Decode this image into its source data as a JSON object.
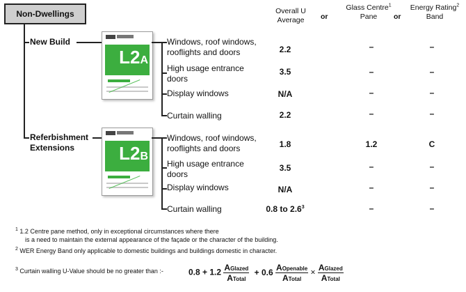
{
  "root": {
    "label": "Non-Dwellings"
  },
  "headers": {
    "col1": "Overall U Average",
    "or1": "or",
    "col2": "Glass Centre",
    "col2_sup": "1",
    "col2_line2": "Pane",
    "or2": "or",
    "col3": "Energy Rating",
    "col3_sup": "2",
    "col3_line2": "Band"
  },
  "branches": [
    {
      "label": "New Build",
      "doc": {
        "code": "L2",
        "suffix": "A"
      },
      "rows": [
        {
          "label": "Windows, roof windows, rooflights and doors",
          "u": "2.2",
          "glass": "–",
          "band": "–"
        },
        {
          "label": "High usage entrance doors",
          "u": "3.5",
          "glass": "–",
          "band": "–"
        },
        {
          "label": "Display windows",
          "u": "N/A",
          "glass": "–",
          "band": "–"
        },
        {
          "label": "Curtain walling",
          "u": "2.2",
          "glass": "–",
          "band": "–"
        }
      ]
    },
    {
      "label": "Referbishment",
      "label2": "Extensions",
      "doc": {
        "code": "L2",
        "suffix": "B"
      },
      "rows": [
        {
          "label": "Windows, roof windows, rooflights and doors",
          "u": "1.8",
          "glass": "1.2",
          "band": "C"
        },
        {
          "label": "High usage entrance doors",
          "u": "3.5",
          "glass": "–",
          "band": "–"
        },
        {
          "label": "Display windows",
          "u": "N/A",
          "glass": "–",
          "band": "–"
        },
        {
          "label": "Curtain walling",
          "u": "0.8 to 2.6",
          "u_sup": "3",
          "glass": "–",
          "band": "–"
        }
      ]
    }
  ],
  "notes": [
    {
      "num": "1",
      "text": "1.2 Centre pane method, only in exceptional circumstances where there",
      "text2": "is a need to maintain the external appearance of the façade or the character of the building."
    },
    {
      "num": "2",
      "text": "WER Energy Band only applicable to domestic buildings and buildings domestic in character."
    },
    {
      "num": "3",
      "text": "Curtain walling U-Value should be no greater than :-"
    }
  ],
  "formula": {
    "term1": "0.8 + 1.2",
    "frac1_num": "A",
    "frac1_num_sub": "Glazed",
    "frac1_den": "A",
    "frac1_den_sub": "Total",
    "term2": "+ 0.6",
    "frac2_num": "A",
    "frac2_num_sub": "Openable",
    "frac2_den": "A",
    "frac2_den_sub": "Total",
    "times": "×",
    "frac3_num": "A",
    "frac3_num_sub": "Glazed",
    "frac3_den": "A",
    "frac3_den_sub": "Total"
  }
}
